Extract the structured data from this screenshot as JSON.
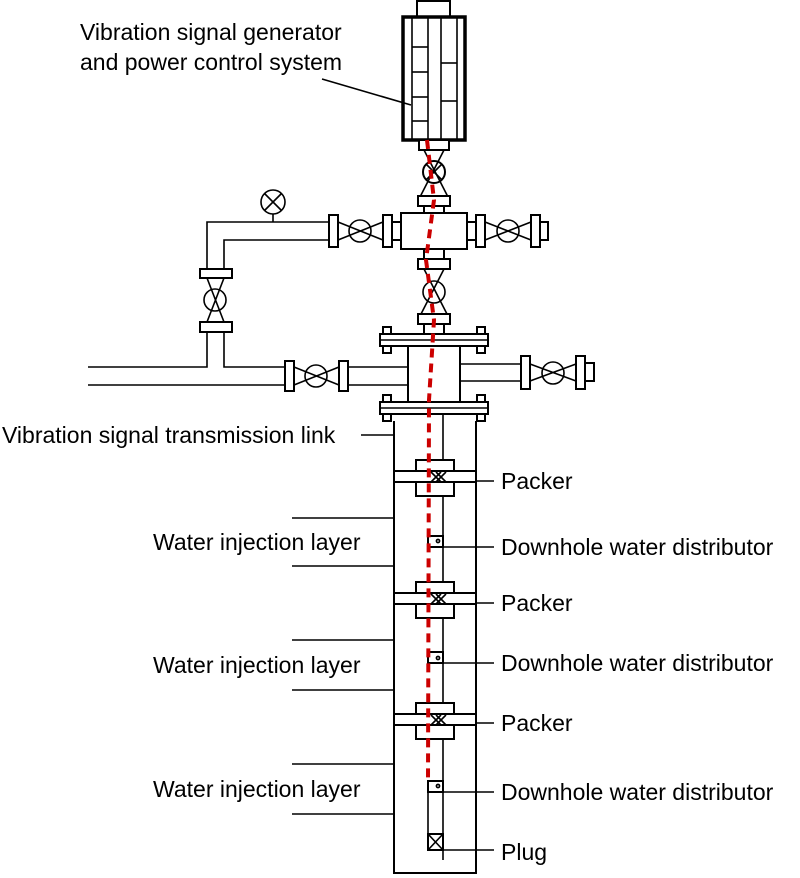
{
  "diagram": {
    "title": "Water injection well vibration signal transmission schematic",
    "colors": {
      "line": "#000000",
      "signal_link": "#cc0000",
      "background": "#ffffff"
    },
    "labels": {
      "generator_line1": "Vibration signal generator",
      "generator_line2": "and power control system",
      "transmission_link": "Vibration signal transmission link",
      "layers": [
        "Water injection layer",
        "Water injection layer",
        "Water injection layer"
      ],
      "right_labels": [
        "Packer",
        "Downhole water distributor",
        "Packer",
        "Downhole water distributor",
        "Packer",
        "Downhole water distributor",
        "Plug"
      ]
    },
    "components": {
      "packers": 3,
      "distributors": 3,
      "plugs": 1,
      "injection_layers": 3
    }
  }
}
